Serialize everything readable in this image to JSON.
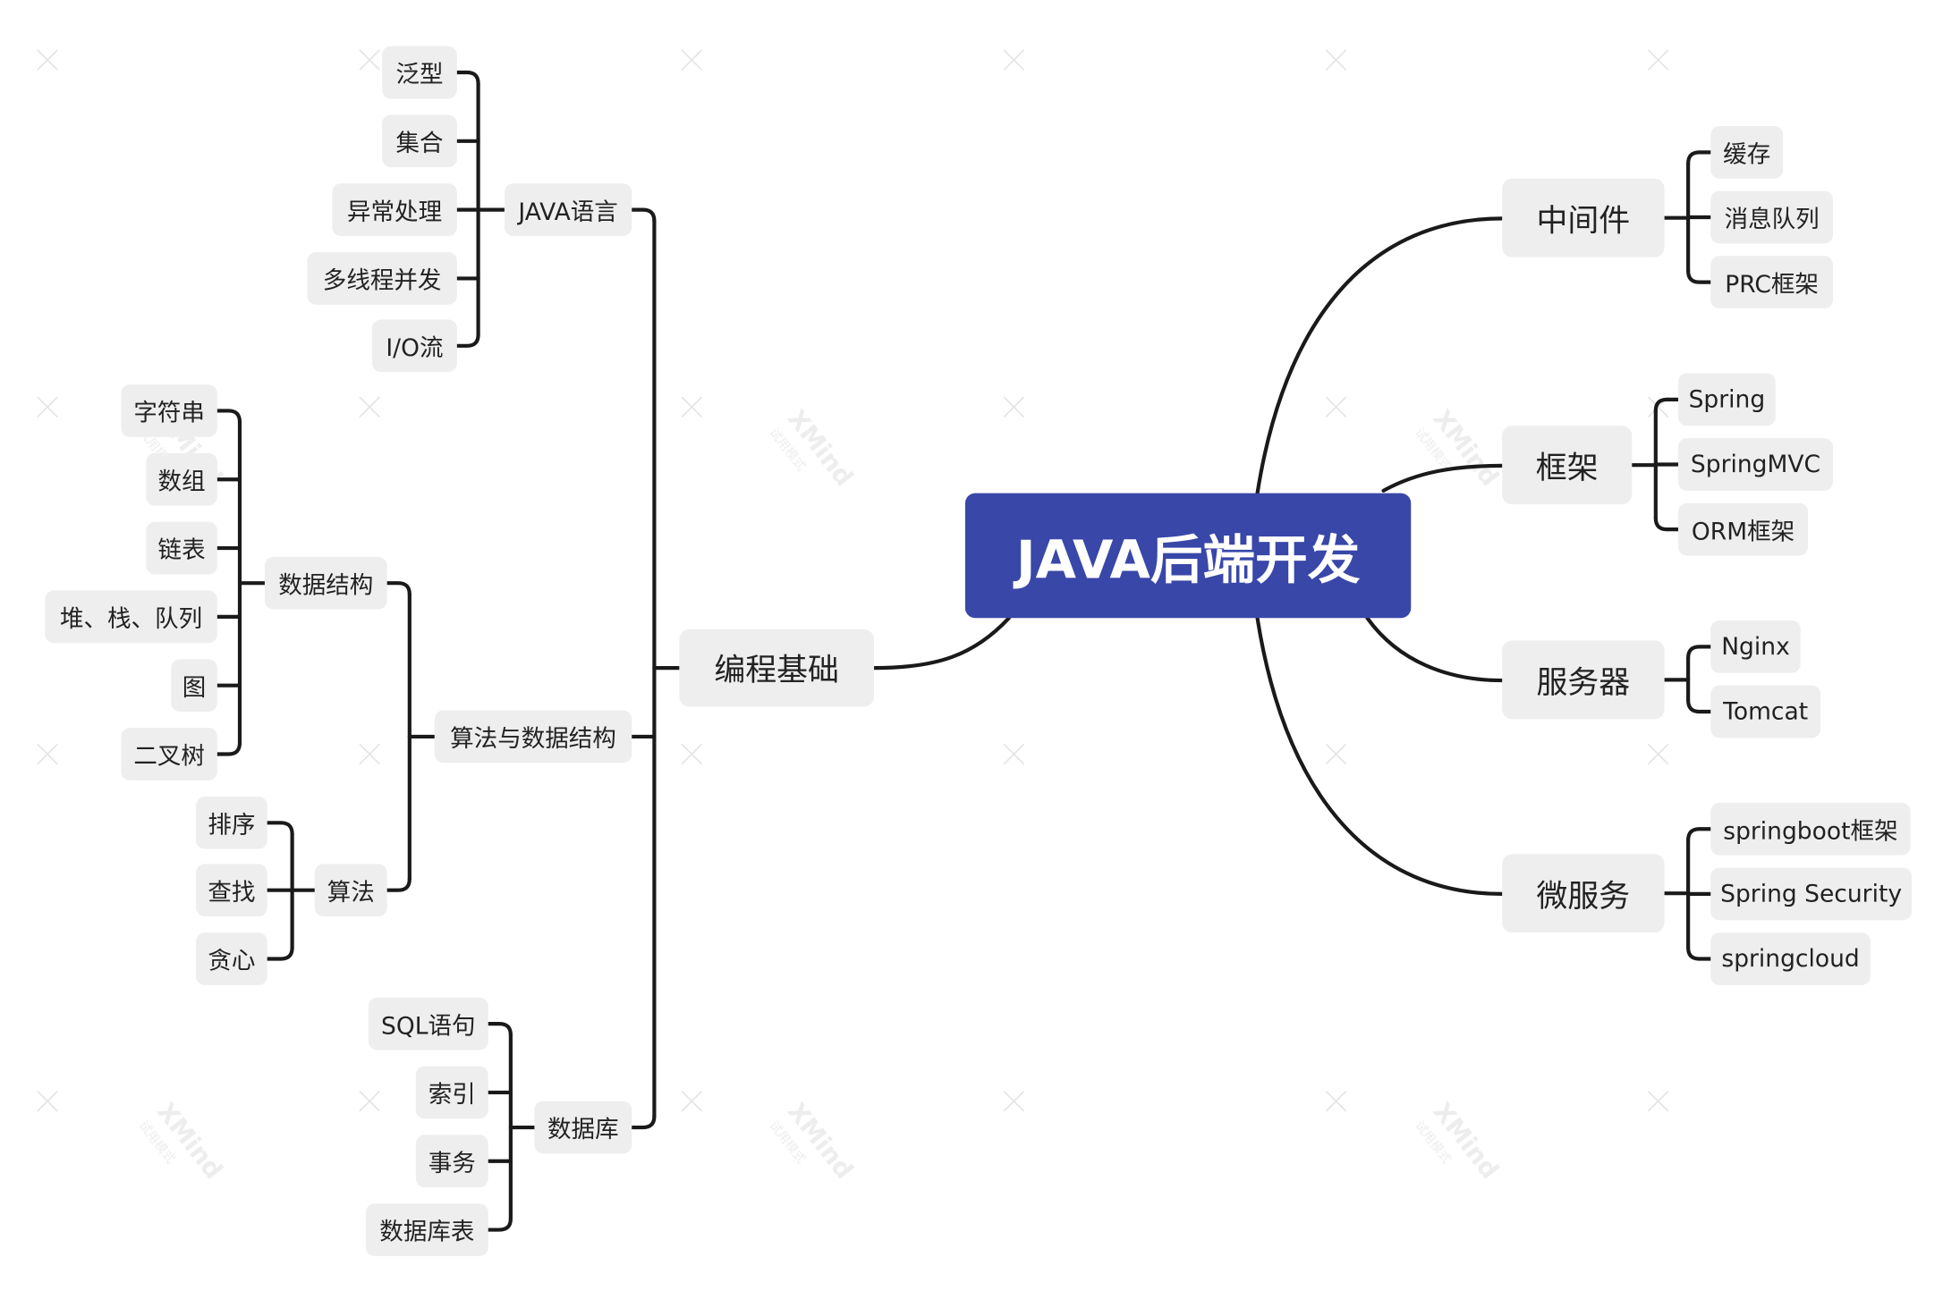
{
  "watermark": {
    "brand": "XMind",
    "caption": "试用模式"
  },
  "colors": {
    "root_bg": "#3947a8",
    "node_bg": "#eeeeee",
    "line": "#1a1a1a",
    "text": "#222222"
  },
  "root": {
    "label": "JAVA后端开发"
  },
  "left": {
    "label": "编程基础",
    "children": [
      {
        "label": "JAVA语言",
        "children": [
          {
            "label": "泛型"
          },
          {
            "label": "集合"
          },
          {
            "label": "异常处理"
          },
          {
            "label": "多线程并发"
          },
          {
            "label": "I/O流"
          }
        ]
      },
      {
        "label": "算法与数据结构",
        "children": [
          {
            "label": "数据结构",
            "children": [
              {
                "label": "字符串"
              },
              {
                "label": "数组"
              },
              {
                "label": "链表"
              },
              {
                "label": "堆、栈、队列"
              },
              {
                "label": "图"
              },
              {
                "label": "二叉树"
              }
            ]
          },
          {
            "label": "算法",
            "children": [
              {
                "label": "排序"
              },
              {
                "label": "查找"
              },
              {
                "label": "贪心"
              }
            ]
          }
        ]
      },
      {
        "label": "数据库",
        "children": [
          {
            "label": "SQL语句"
          },
          {
            "label": "索引"
          },
          {
            "label": "事务"
          },
          {
            "label": "数据库表"
          }
        ]
      }
    ]
  },
  "right": [
    {
      "label": "中间件",
      "children": [
        {
          "label": "缓存"
        },
        {
          "label": "消息队列"
        },
        {
          "label": "PRC框架"
        }
      ]
    },
    {
      "label": "框架",
      "children": [
        {
          "label": "Spring"
        },
        {
          "label": "SpringMVC"
        },
        {
          "label": "ORM框架"
        }
      ]
    },
    {
      "label": "服务器",
      "children": [
        {
          "label": "Nginx"
        },
        {
          "label": "Tomcat"
        }
      ]
    },
    {
      "label": "微服务",
      "children": [
        {
          "label": "springboot框架"
        },
        {
          "label": "Spring Security"
        },
        {
          "label": "springcloud"
        }
      ]
    }
  ]
}
